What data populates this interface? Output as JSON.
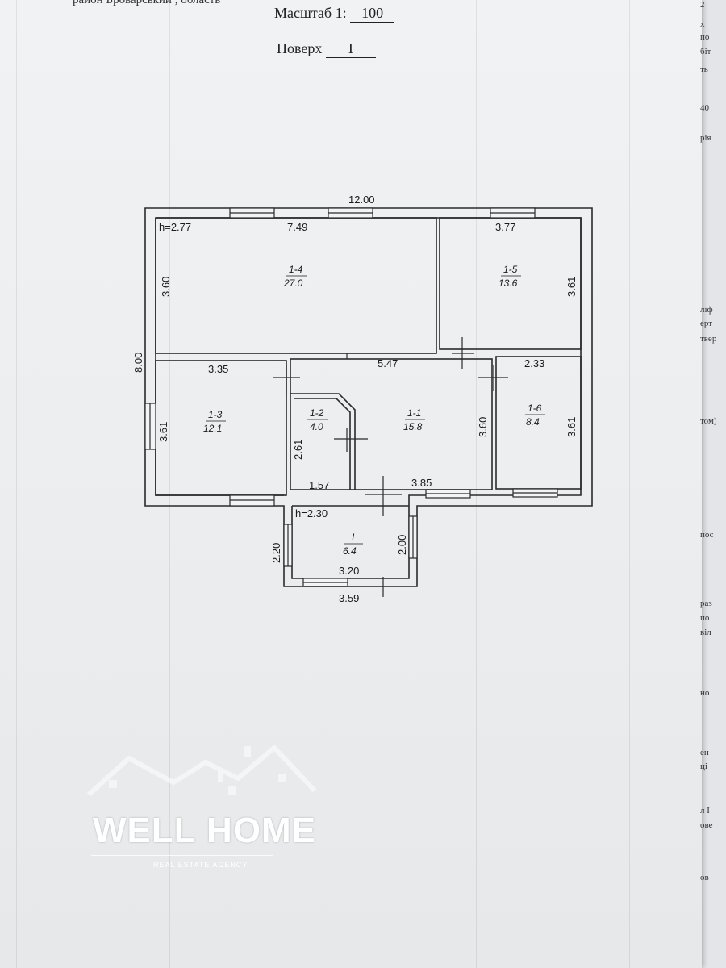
{
  "header": {
    "top_fragment": "район     Броварський           , область",
    "scale_label": "Масштаб 1:",
    "scale_value": "100",
    "floor_label": "Поверх",
    "floor_value": "I"
  },
  "plan": {
    "overall_width": "12.00",
    "overall_depth": "8.00",
    "ceiling_main": "h=2.77",
    "ceiling_porch": "h=2.30",
    "rooms": [
      {
        "id": "1-4",
        "area": "27.0"
      },
      {
        "id": "1-5",
        "area": "13.6"
      },
      {
        "id": "1-3",
        "area": "12.1"
      },
      {
        "id": "1-2",
        "area": "4.0"
      },
      {
        "id": "1-1",
        "area": "15.8"
      },
      {
        "id": "1-6",
        "area": "8.4"
      },
      {
        "id": "I",
        "area": "6.4"
      }
    ],
    "dims": {
      "r14_w": "7.49",
      "r14_h": "3.60",
      "r15_w": "3.77",
      "r15_h": "3.61",
      "r13_w": "3.35",
      "r13_h": "3.61",
      "r11_w": "5.47",
      "r11_h": "3.60",
      "r12_h": "2.61",
      "r12_w": "1.57",
      "r11_b": "3.85",
      "r16_w": "2.33",
      "r16_h": "3.61",
      "porch_l": "2.20",
      "porch_r": "2.00",
      "porch_in": "3.20",
      "porch_out": "3.59"
    }
  },
  "edge_texts": [
    "2",
    "х",
    "по",
    "біт",
    "ть",
    "40",
    "рія",
    "ліф",
    "ерт",
    "твер",
    "том)",
    "пос",
    "раз",
    "по",
    "віл",
    "но",
    "ен",
    "ці",
    "л І",
    "ове",
    "ов"
  ],
  "watermark": {
    "name": "WELL HOME",
    "tagline": "REAL ESTATE AGENCY"
  }
}
